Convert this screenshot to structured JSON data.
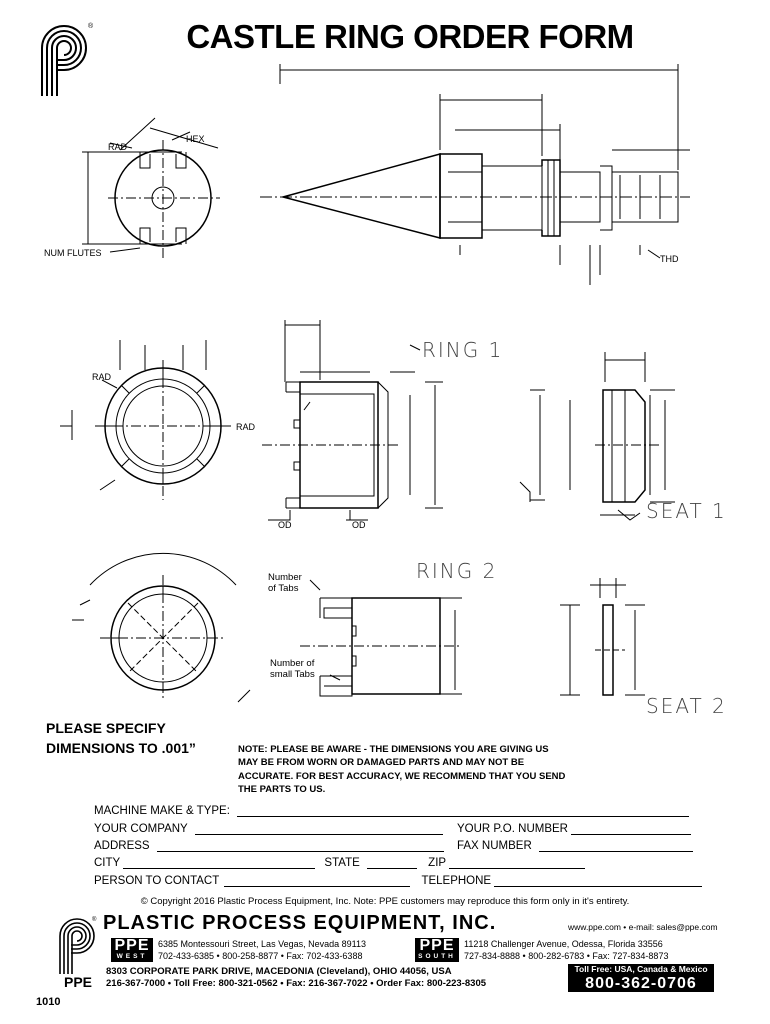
{
  "title": "CASTLE RING ORDER FORM",
  "drawing": {
    "top_labels": {
      "rad": "RAD",
      "hex": "HEX",
      "num_flutes": "NUM FLUTES",
      "thd": "THD"
    },
    "mid_labels": {
      "rad_left": "RAD",
      "rad_center": "RAD",
      "od_1": "OD",
      "od_2": "OD",
      "ring1": "RING 1",
      "seat1": "SEAT 1"
    },
    "bottom_labels": {
      "num_tabs": "Number\nof Tabs",
      "num_small_tabs": "Number of\nsmall Tabs",
      "ring2": "RING 2",
      "seat2": "SEAT 2"
    }
  },
  "specify": {
    "line1": "PLEASE SPECIFY",
    "line2": "DIMENSIONS TO .001”"
  },
  "note": "NOTE: PLEASE BE AWARE - THE DIMENSIONS YOU ARE GIVING US MAY BE FROM WORN OR DAMAGED PARTS AND MAY NOT BE ACCURATE. FOR BEST ACCURACY, WE RECOMMEND THAT YOU SEND THE PARTS TO US.",
  "form": {
    "machine": "MACHINE MAKE & TYPE:",
    "company": "YOUR COMPANY",
    "po": "YOUR P.O. NUMBER",
    "address": "ADDRESS",
    "fax": "FAX NUMBER",
    "city": "CITY",
    "state": "STATE",
    "zip": "ZIP",
    "contact": "PERSON TO CONTACT",
    "telephone": "TELEPHONE"
  },
  "copyright": "© Copyright 2016 Plastic Process Equipment, Inc.  Note: PPE customers may reproduce this form only in it's entirety.",
  "footer": {
    "company": "PLASTIC PROCESS EQUIPMENT, INC.",
    "web": "www.ppe.com • e-mail: sales@ppe.com",
    "west": {
      "badge": "PPE",
      "sub": "WEST",
      "line1": "6385 Montessouri Street, Las Vegas, Nevada 89113",
      "line2": "702-433-6385 • 800-258-8877 • Fax: 702-433-6388"
    },
    "south": {
      "badge": "PPE",
      "sub": "SOUTH",
      "line1": "11218 Challenger Avenue, Odessa, Florida 33556",
      "line2": "727-834-8888 • 800-282-6783 • Fax: 727-834-8873"
    },
    "hq_line1": "8303 CORPORATE PARK DRIVE, MACEDONIA (Cleveland), OHIO 44056, USA",
    "hq_line2": "216-367-7000 • Toll Free: 800-321-0562 • Fax: 216-367-7022 • Order Fax: 800-223-8305",
    "ppe_small": "PPE",
    "tollfree_label": "Toll Free: USA, Canada & Mexico",
    "tollfree_number": "800-362-0706"
  },
  "form_number": "1010"
}
